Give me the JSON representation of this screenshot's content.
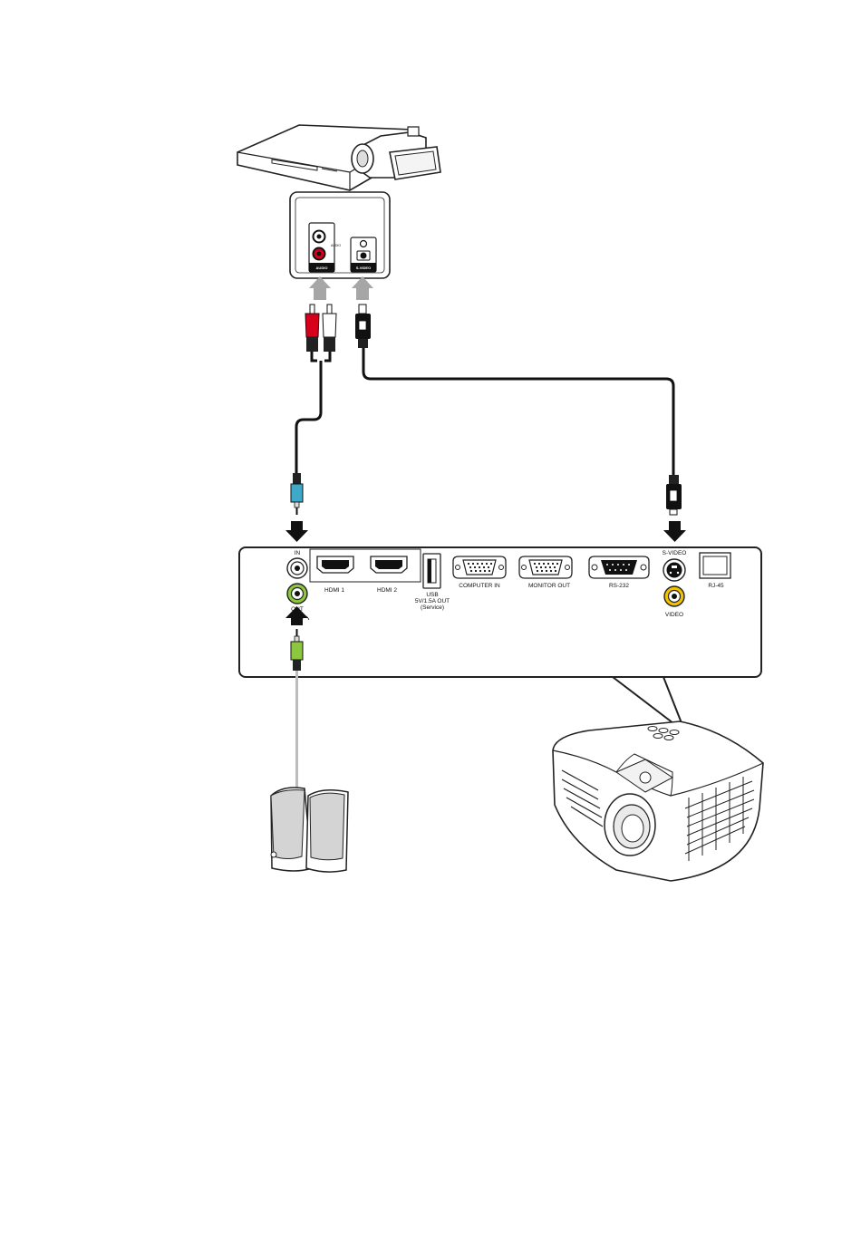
{
  "source_panel": {
    "audio_label": "AUDIO",
    "svideo_label": "S-VIDEO",
    "audio_jack_text": "AUDIO"
  },
  "io_panel": {
    "audio_in_label": "IN",
    "audio_out_label": "OUT",
    "hdmi1_label": "HDMI 1",
    "hdmi2_label": "HDMI 2",
    "usb_label_line1": "USB",
    "usb_label_line2": "5V/1.5A OUT",
    "usb_label_line3": "(Service)",
    "computer_in_label": "COMPUTER IN",
    "monitor_out_label": "MONITOR OUT",
    "rs232_label": "RS-232",
    "svideo_label": "S-VIDEO",
    "video_label": "VIDEO",
    "rj45_label": "RJ-45"
  },
  "colors": {
    "audio_red": "#d6001c",
    "audio_white": "#ffffff",
    "audio_in_blue": "#3fa9c9",
    "audio_out_green": "#8dc63f",
    "video_yellow": "#f2c200",
    "arrow_gray": "#a6a6a6",
    "cable_black": "#111111",
    "cable_gray": "#bdbdbd"
  },
  "icons": {
    "source_device": "dvd-player-icon",
    "camcorder": "camcorder-icon",
    "speakers": "speaker-icon",
    "projector": "projector-icon",
    "headphones": "headphone-icon"
  }
}
